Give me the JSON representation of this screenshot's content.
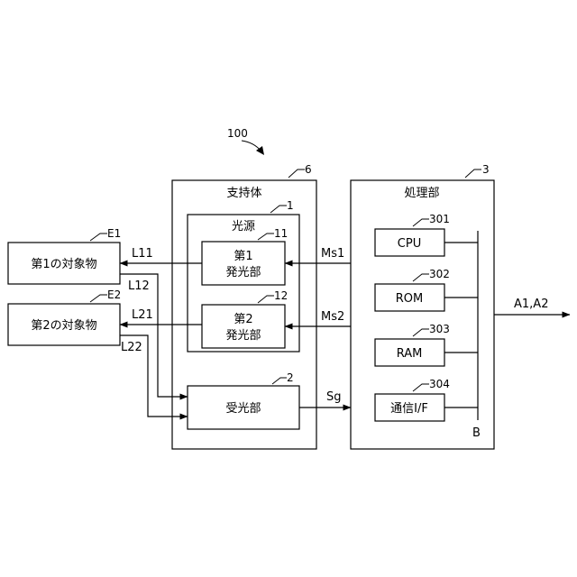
{
  "labels": {
    "system_ref": "100",
    "support_ref": "6",
    "support": "支持体",
    "light_source_ref": "1",
    "light_source": "光源",
    "emitter1_ref": "11",
    "emitter1_line1": "第1",
    "emitter1_line2": "発光部",
    "emitter2_ref": "12",
    "emitter2_line1": "第2",
    "emitter2_line2": "発光部",
    "receiver_ref": "2",
    "receiver": "受光部",
    "processor_ref": "3",
    "processor": "処理部",
    "cpu_ref": "301",
    "cpu": "CPU",
    "rom_ref": "302",
    "rom": "ROM",
    "ram_ref": "303",
    "ram": "RAM",
    "comm_ref": "304",
    "comm": "通信I/F",
    "bus": "B",
    "object1_ref": "E1",
    "object1": "第1の対象物",
    "object2_ref": "E2",
    "object2": "第2の対象物",
    "signal_l11": "L11",
    "signal_l12": "L12",
    "signal_l21": "L21",
    "signal_l22": "L22",
    "signal_ms1": "Ms1",
    "signal_ms2": "Ms2",
    "signal_sg": "Sg",
    "output": "A1,A2"
  }
}
